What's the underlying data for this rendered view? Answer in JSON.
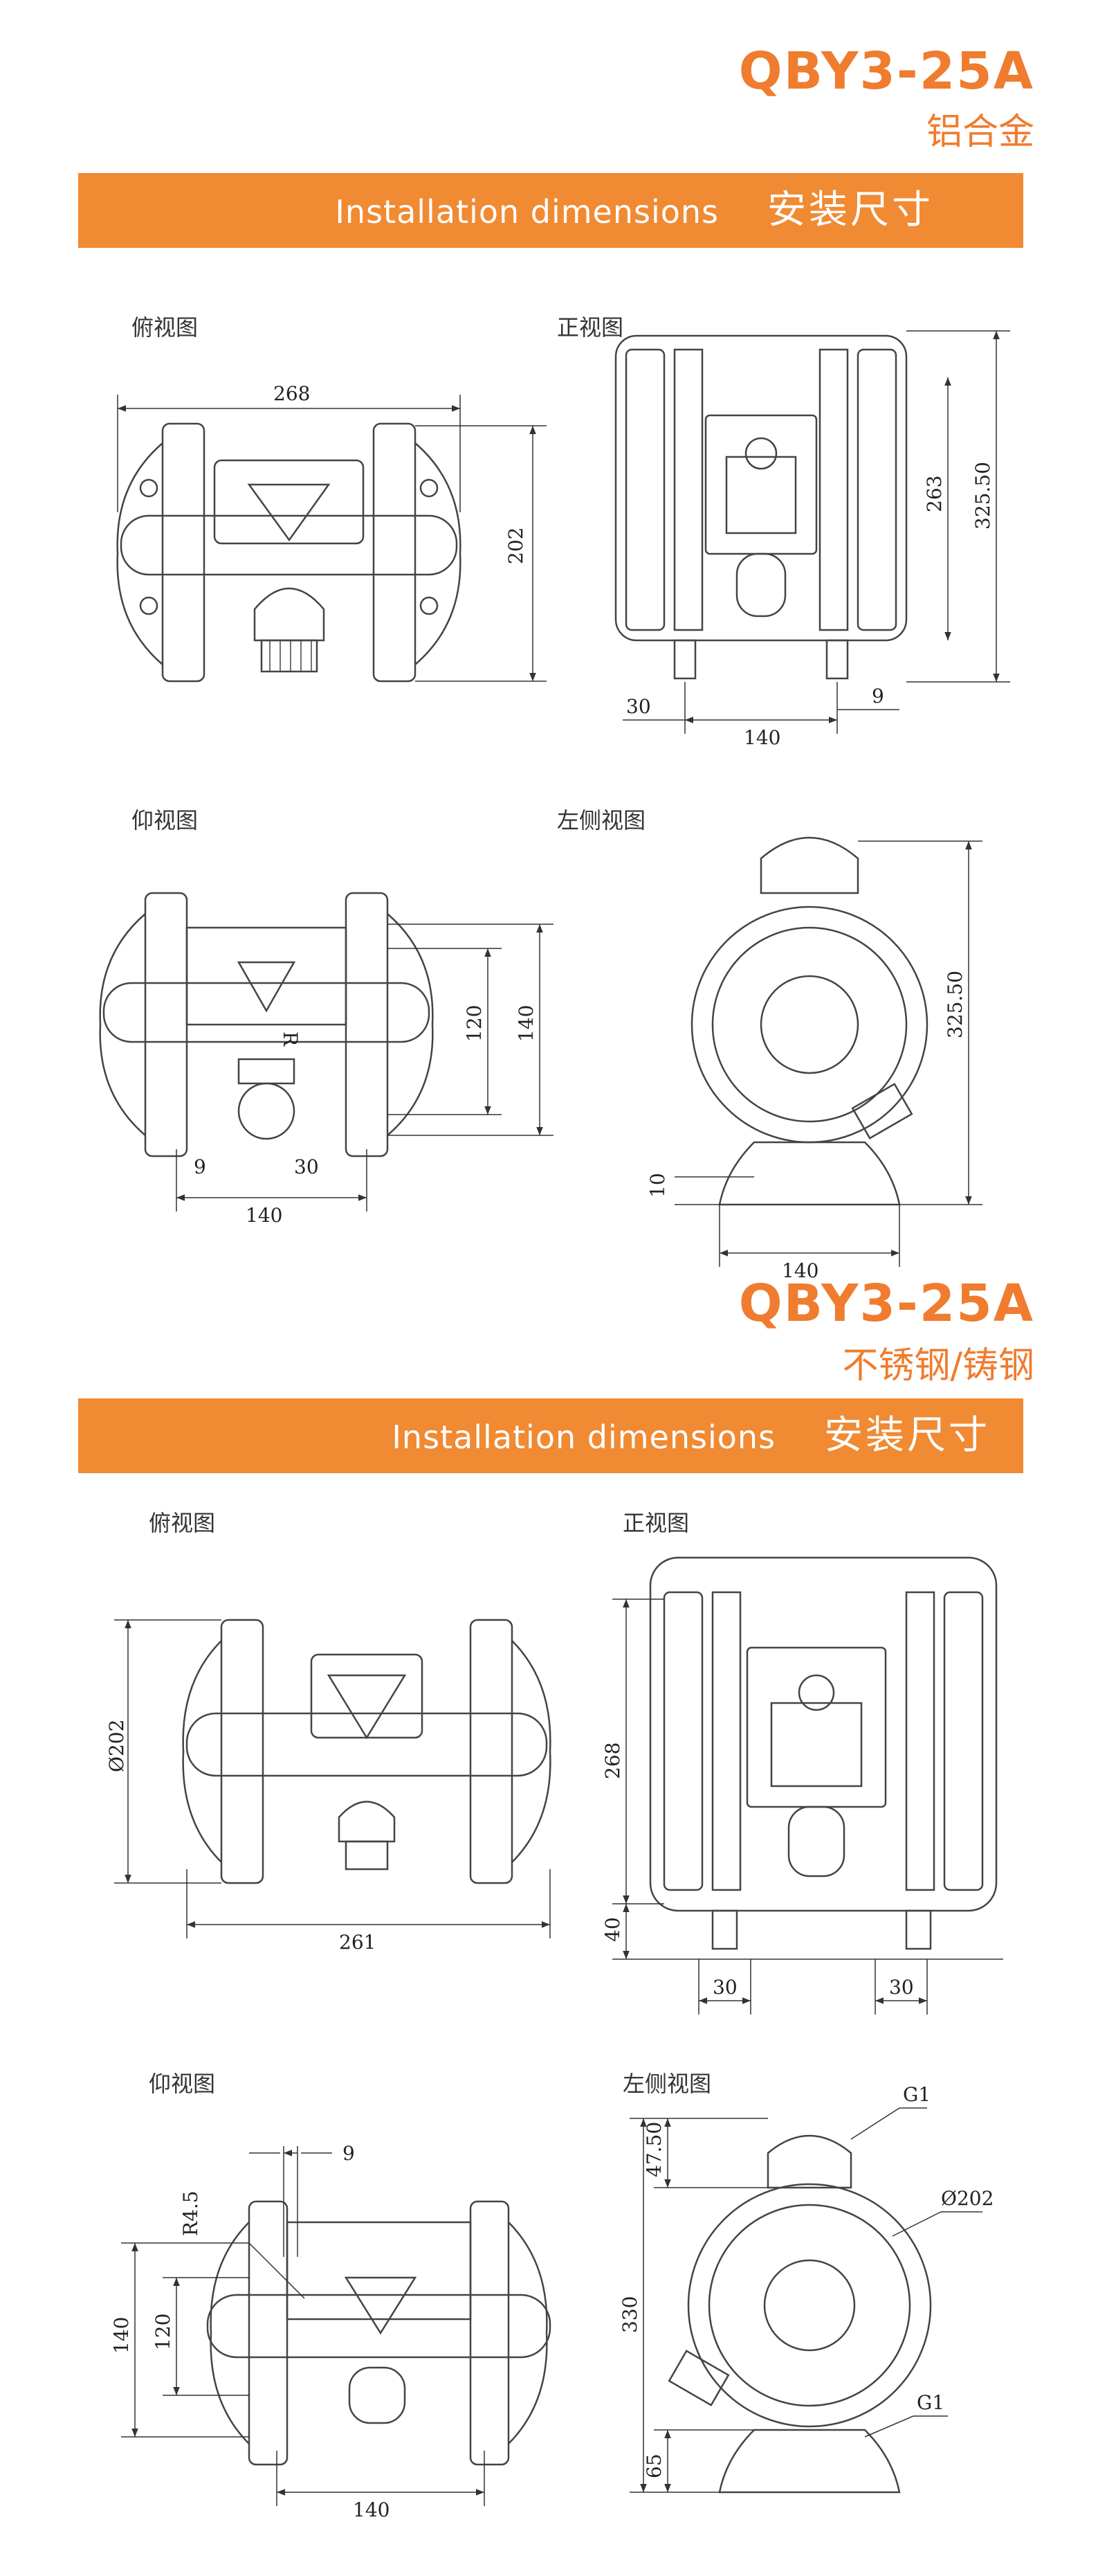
{
  "section1": {
    "model": "QBY3-25A",
    "material": "铝合金",
    "banner_en": "Installation dimensions",
    "banner_cn": "安装尺寸",
    "views": {
      "top": "俯视图",
      "front": "正视图",
      "bottom": "仰视图",
      "left": "左侧视图"
    },
    "dims": {
      "top_width": "268",
      "top_height": "202",
      "front_263": "263",
      "front_325": "325.50",
      "front_30": "30",
      "front_140": "140",
      "front_9": "9",
      "bottom_120": "120",
      "bottom_140v": "140",
      "bottom_R": "R",
      "bottom_9": "9",
      "bottom_30": "30",
      "bottom_140h": "140",
      "left_325": "325.50",
      "left_10": "10",
      "left_140": "140"
    }
  },
  "section2": {
    "model": "QBY3-25A",
    "material": "不锈钢/铸钢",
    "banner_en": "Installation dimensions",
    "banner_cn": "安装尺寸",
    "views": {
      "top": "俯视图",
      "front": "正视图",
      "bottom": "仰视图",
      "left": "左侧视图"
    },
    "dims": {
      "top_202": "Ø202",
      "top_261": "261",
      "front_268": "268",
      "front_40": "40",
      "front_30a": "30",
      "front_30b": "30",
      "bottom_9": "9",
      "bottom_R45": "R4.5",
      "bottom_140v": "140",
      "bottom_120": "120",
      "bottom_140h": "140",
      "left_G1a": "G1",
      "left_4750": "47.50",
      "left_202": "Ø202",
      "left_330": "330",
      "left_G1b": "G1",
      "left_65": "65"
    }
  },
  "colors": {
    "accent": "#ef7c2f",
    "band": "#f08a33",
    "line": "#333333"
  }
}
